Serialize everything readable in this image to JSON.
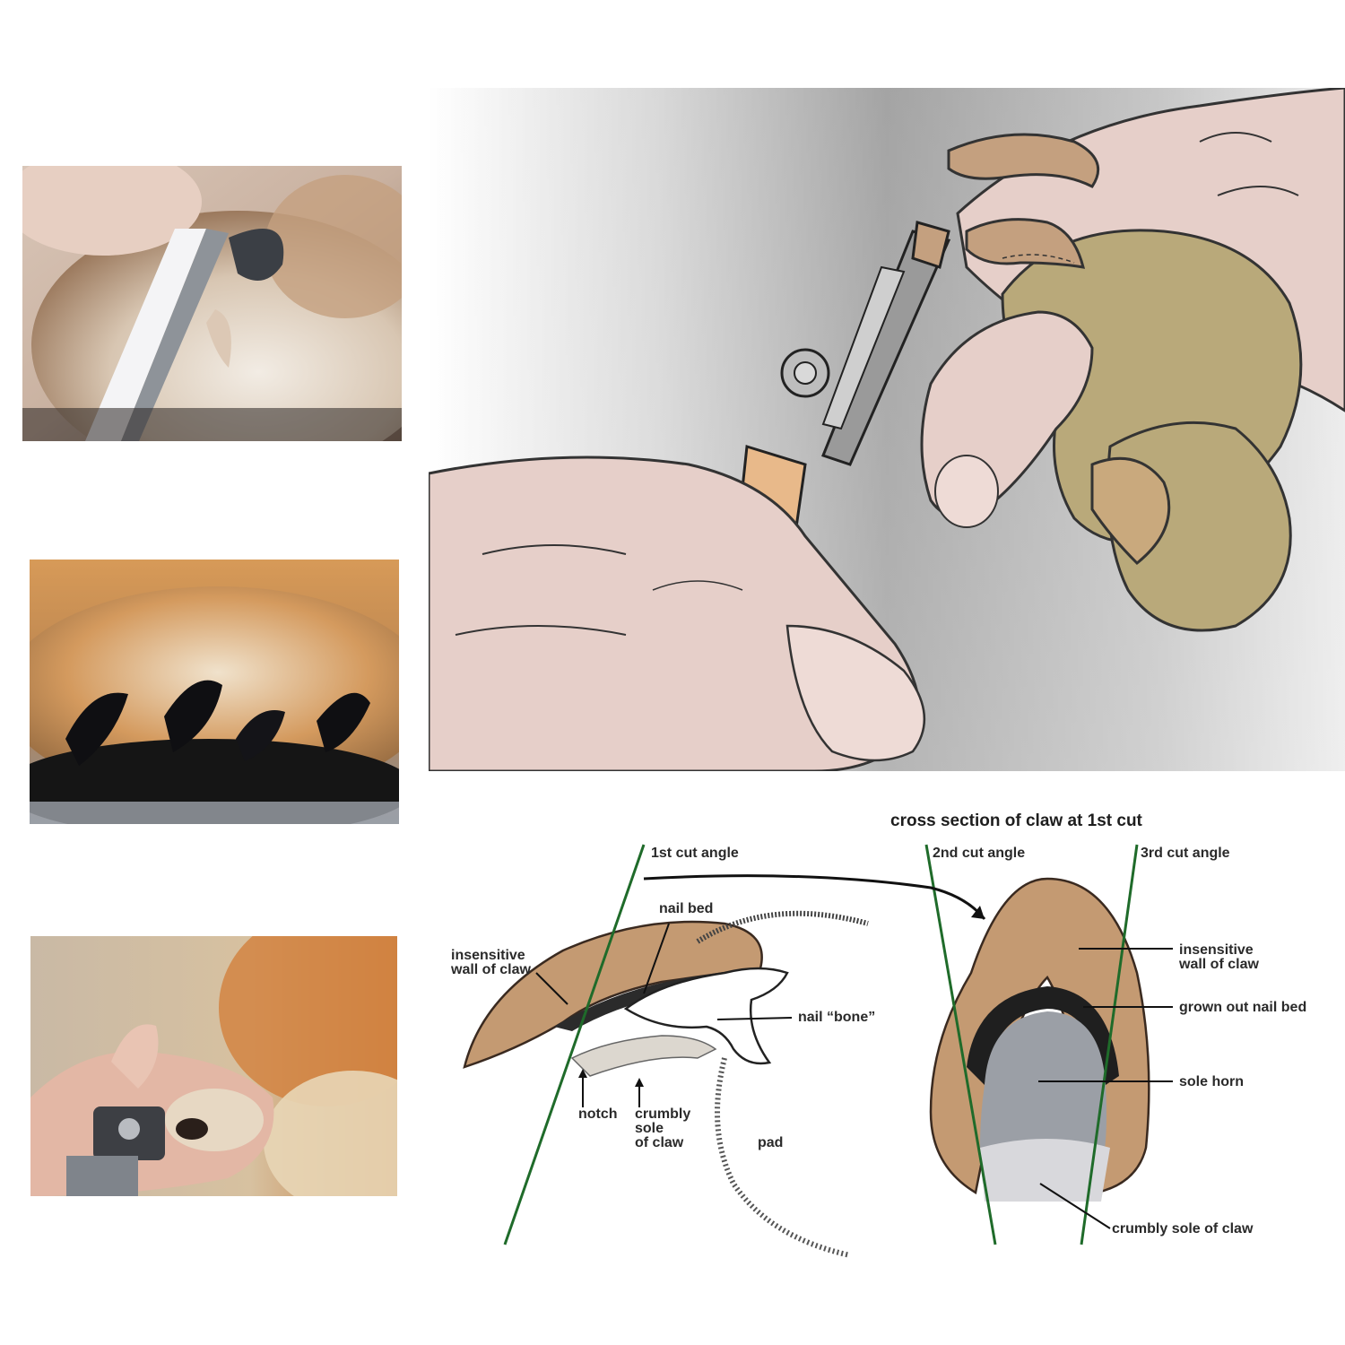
{
  "diagram": {
    "cross_section_title": "cross section of claw at 1st cut",
    "cut_angles": {
      "first": "1st cut angle",
      "second": "2nd cut angle",
      "third": "3rd cut angle"
    },
    "side_view_labels": {
      "insensitive_wall": "insensitive\nwall of claw",
      "nail_bed": "nail bed",
      "nail_bone": "nail “bone”",
      "notch": "notch",
      "crumbly_sole": "crumbly\nsole\nof claw",
      "pad": "pad"
    },
    "cross_section_labels": {
      "insensitive_wall": "insensitive\nwall of claw",
      "grown_out_nail_bed": "grown out nail bed",
      "sole_horn": "sole horn",
      "crumbly_sole": "crumbly sole of claw"
    }
  },
  "colors": {
    "claw_tan": "#c49a72",
    "claw_outline": "#3a2a20",
    "cut_line_green": "#1f6b2a",
    "skin_pink": "#e6cfc9",
    "fur_khaki": "#b9a97a",
    "sole_gray": "#9b9fa6",
    "nail_bed_dark": "#222222"
  }
}
